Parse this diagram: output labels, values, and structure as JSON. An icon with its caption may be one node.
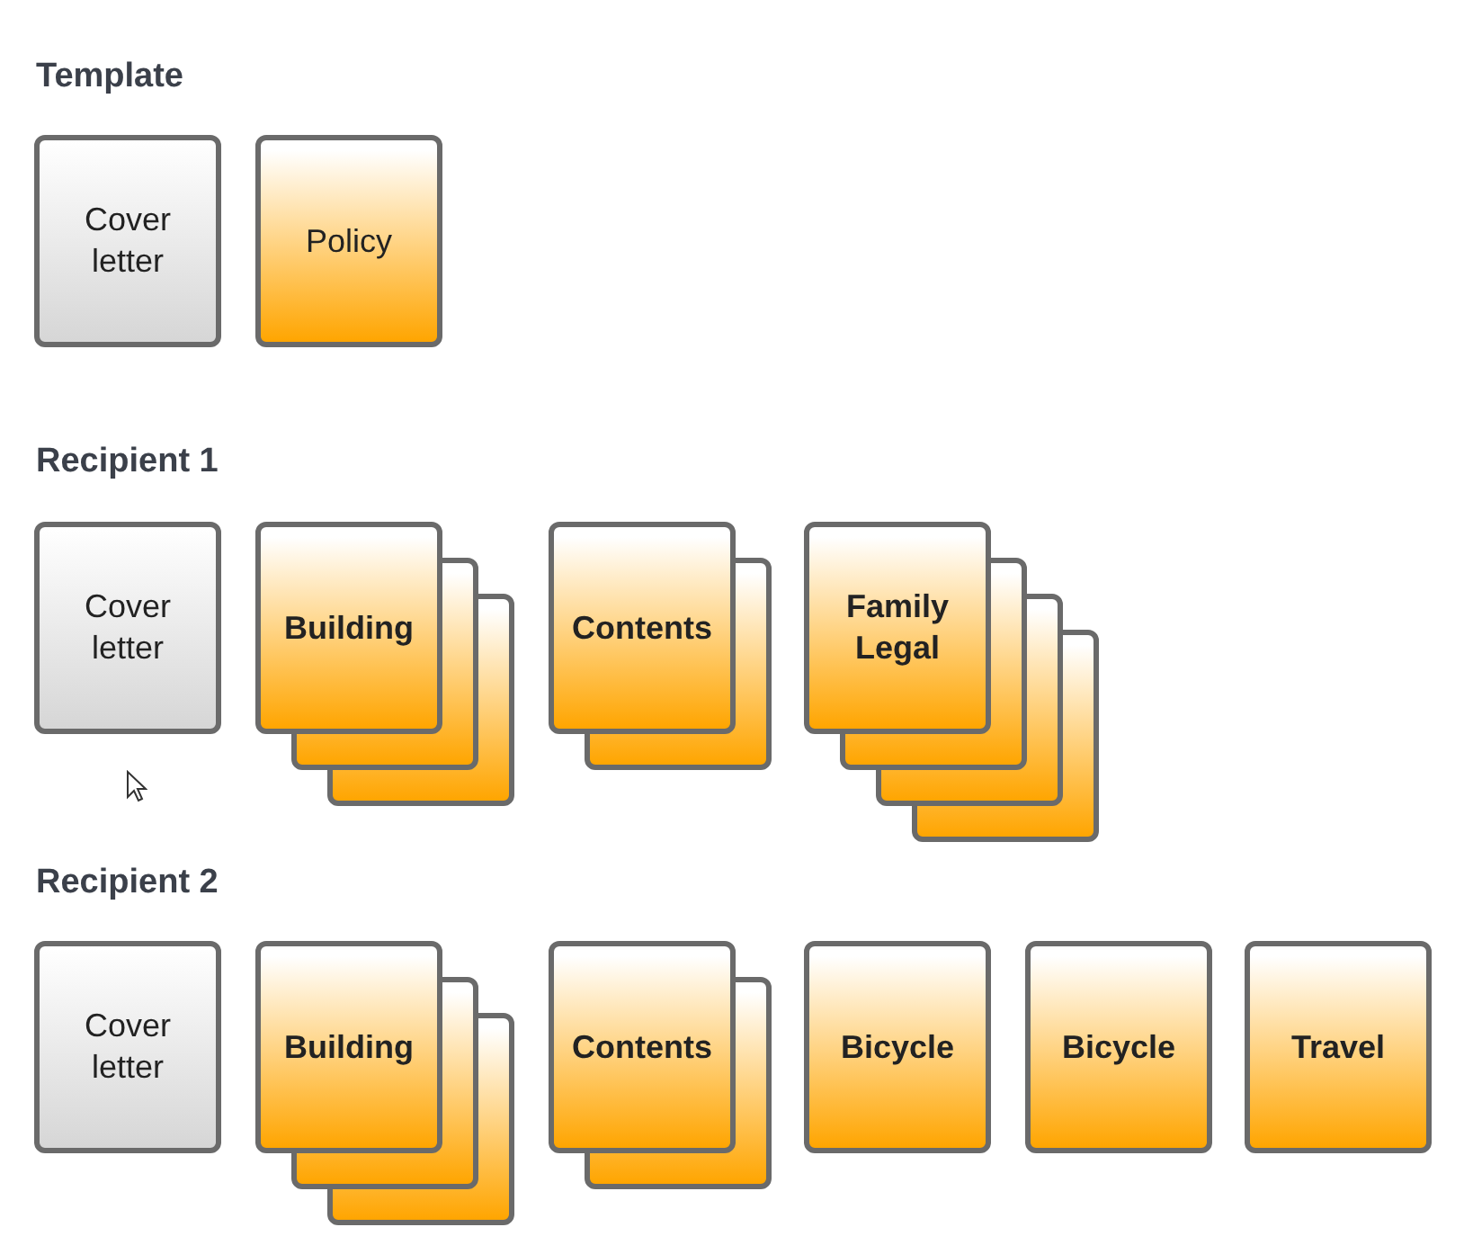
{
  "diagram": {
    "nodes": [
      {
        "text": [
          "Cover letter"
        ]
      },
      {
        "text": [
          "Policy"
        ]
      },
      {
        "text": [
          "Cover letter"
        ]
      },
      {
        "text": [
          "Building"
        ]
      },
      {
        "text": [
          "Contents"
        ]
      },
      {
        "text": [
          "Family Legal"
        ]
      },
      {
        "text": [
          "Cover letter"
        ]
      },
      {
        "text": [
          "Building"
        ]
      },
      {
        "text": [
          "Contents"
        ]
      },
      {
        "text": [
          "Bicycle"
        ]
      },
      {
        "text": [
          "Bicycle"
        ]
      },
      {
        "text": [
          "Travel"
        ]
      }
    ],
    "edges": [],
    "labels": [
      "Template",
      "Recipient 1",
      "Recipient 2"
    ]
  }
}
